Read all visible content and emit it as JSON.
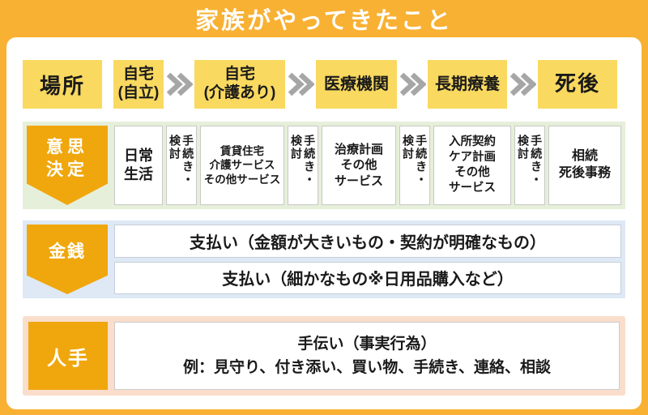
{
  "title": "家族がやってきたこと",
  "colors": {
    "frame_orange": "#F8B133",
    "label_deep_orange": "#F0A70D",
    "stage_yellow": "#F9D95F",
    "decision_band_green": "#E6EFD9",
    "money_band_blue": "#DEE9F5",
    "people_band_pink": "#FADDCB",
    "chevron_gray": "#A6A6A6",
    "cell_border_gray": "#C9C9C9",
    "title_text": "#FFFFFF",
    "body_text": "#1A1A1A"
  },
  "place_row": {
    "label": "場所",
    "stages": [
      {
        "lines": [
          "自宅",
          "(自立)"
        ]
      },
      {
        "lines": [
          "自宅",
          "(介護あり)"
        ]
      },
      {
        "lines": [
          "医療機関"
        ]
      },
      {
        "lines": [
          "長期療養"
        ]
      },
      {
        "lines": [
          "死後"
        ]
      }
    ]
  },
  "decision_row": {
    "label_lines": [
      "意思",
      "決定"
    ],
    "cells": [
      {
        "lines": [
          "日常",
          "生活"
        ]
      },
      {
        "col_right": "手続き・",
        "col_left": "検討"
      },
      {
        "lines": [
          "賃貸住宅",
          "介護サービス",
          "その他サービス"
        ]
      },
      {
        "col_right": "手続き・",
        "col_left": "検討"
      },
      {
        "lines": [
          "治療計画",
          "その他",
          "サービス"
        ]
      },
      {
        "col_right": "手続き・",
        "col_left": "検討"
      },
      {
        "lines": [
          "入所契約",
          "ケア計画",
          "その他",
          "サービス"
        ]
      },
      {
        "col_right": "手続き・",
        "col_left": "検討"
      },
      {
        "lines": [
          "相続",
          "死後事務"
        ]
      }
    ]
  },
  "money_row": {
    "label": "金銭",
    "items": [
      "支払い（金額が大きいもの・契約が明確なもの）",
      "支払い（細かなもの※日用品購入など）"
    ]
  },
  "people_row": {
    "label": "人手",
    "lines": [
      "手伝い（事実行為）",
      "例：見守り、付き添い、買い物、手続き、連絡、相談"
    ]
  }
}
